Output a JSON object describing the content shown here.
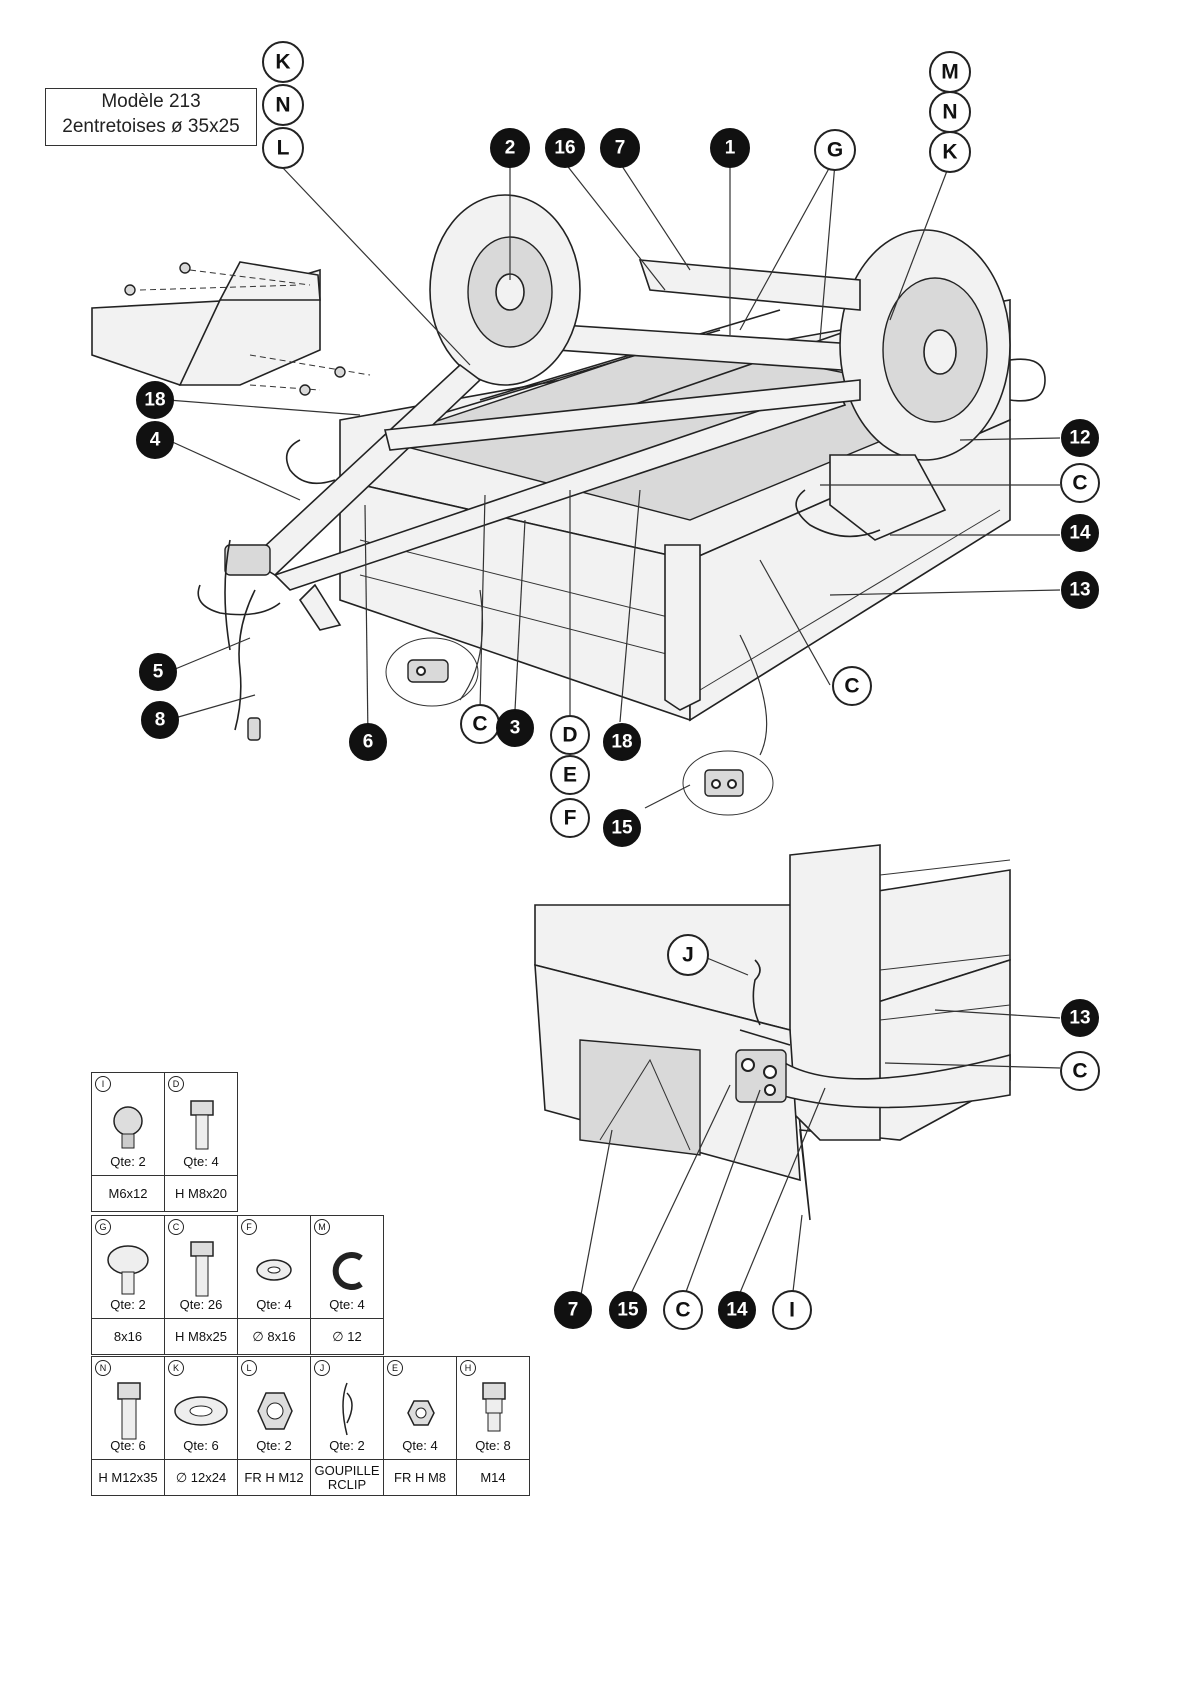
{
  "model_box": {
    "line1": "Modèle 213",
    "line2": "2entretoises ø 35x25"
  },
  "callouts_main": {
    "letter_stack_left": [
      "K",
      "N",
      "L"
    ],
    "letter_stack_right": [
      "M",
      "N",
      "K"
    ],
    "top_row": [
      "2",
      "16",
      "7",
      "1",
      "G"
    ],
    "left_side": [
      "18",
      "4",
      "5",
      "8"
    ],
    "bottom_row": [
      "6",
      "C",
      "3",
      "D",
      "18"
    ],
    "def_stack": [
      "E",
      "F"
    ],
    "detail_label": "15",
    "right_side": [
      "12",
      "C",
      "14",
      "13",
      "C"
    ]
  },
  "callouts_detail": {
    "top": "J",
    "right": [
      "13",
      "C"
    ],
    "bottom": [
      "7",
      "15",
      "C",
      "14",
      "I"
    ]
  },
  "hardware": {
    "row1": [
      {
        "letter": "I",
        "qty": "Qte:  2",
        "spec": "M6x12"
      },
      {
        "letter": "D",
        "qty": "Qte:  4",
        "spec": "H  M8x20"
      }
    ],
    "row2": [
      {
        "letter": "G",
        "qty": "Qte:  2",
        "spec": "8x16"
      },
      {
        "letter": "C",
        "qty": "Qte:  26",
        "spec": "H  M8x25"
      },
      {
        "letter": "F",
        "qty": "Qte:  4",
        "spec": "∅  8x16"
      },
      {
        "letter": "M",
        "qty": "Qte:  4",
        "spec": "∅  12"
      }
    ],
    "row3": [
      {
        "letter": "N",
        "qty": "Qte:  6",
        "spec": "H  M12x35"
      },
      {
        "letter": "K",
        "qty": "Qte:  6",
        "spec": "∅  12x24"
      },
      {
        "letter": "L",
        "qty": "Qte:  2",
        "spec": "FR  H  M12"
      },
      {
        "letter": "J",
        "qty": "Qte:  2",
        "spec": "GOUPILLE RCLIP"
      },
      {
        "letter": "E",
        "qty": "Qte:  4",
        "spec": "FR  H  M8"
      },
      {
        "letter": "H",
        "qty": "Qte:  8",
        "spec": "M14"
      }
    ]
  }
}
